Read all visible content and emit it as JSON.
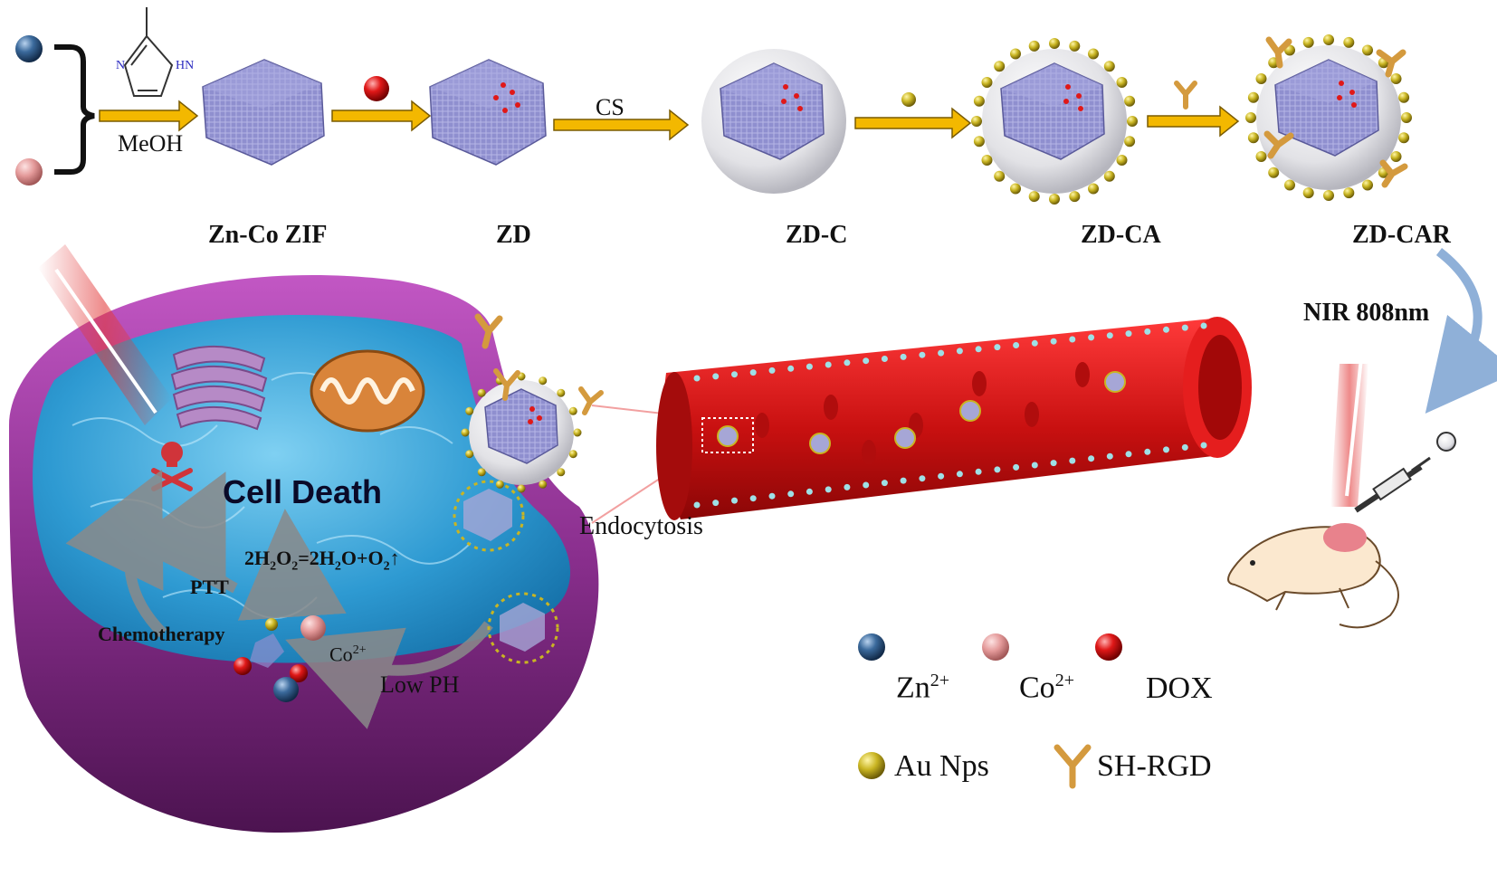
{
  "colors": {
    "zn": "#2e5a8a",
    "co": "#e49a9a",
    "dox": "#d81818",
    "au": "#c4b21e",
    "rgd": "#d49a3e",
    "arrow": "#f3b800",
    "zif": "#8f8fcf",
    "vessel": "#d41a1a",
    "cell_membrane": "#8a2f8e",
    "cytoplasm": "#3aa3d8"
  },
  "synthesis": {
    "reagent_meoh": "MeOH",
    "reagent_cs": "CS",
    "imidazole_n": "N",
    "imidazole_hn": "HN",
    "stages": [
      {
        "label": "Zn-Co ZIF"
      },
      {
        "label": "ZD"
      },
      {
        "label": "ZD-C"
      },
      {
        "label": "ZD-CA"
      },
      {
        "label": "ZD-CAR"
      }
    ]
  },
  "cell": {
    "title": "Cell Death",
    "reaction_main": "2H",
    "reaction_sub1": "2",
    "reaction_mid1": "O",
    "reaction_sub2": "2",
    "reaction_mid2": "=2H",
    "reaction_sub3": "2",
    "reaction_mid3": "O+O",
    "reaction_sub4": "2",
    "reaction_arrow": "↑",
    "ptt": "PTT",
    "chemotherapy": "Chemotherapy",
    "co_ion": "Co",
    "co_charge": "2+",
    "low_ph": "Low PH",
    "endocytosis": "Endocytosis"
  },
  "nir_label": "NIR 808nm",
  "legend": {
    "zn": "Zn",
    "zn_charge": "2+",
    "co": "Co",
    "co_charge": "2+",
    "dox": "DOX",
    "au": "Au Nps",
    "rgd": "SH-RGD"
  }
}
